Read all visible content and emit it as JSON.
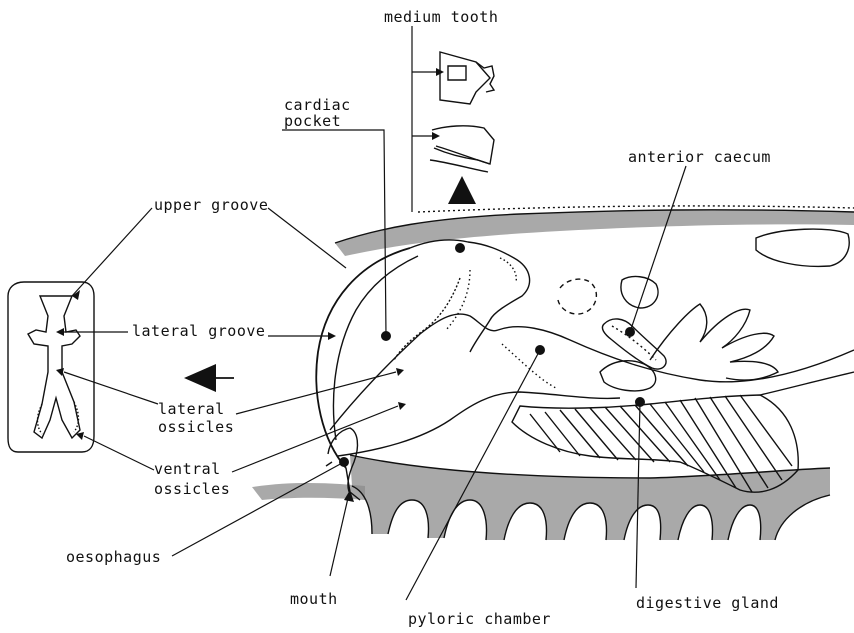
{
  "labels": {
    "medium_tooth": "medium tooth",
    "cardiac_pocket_line1": "cardiac",
    "cardiac_pocket_line2": "pocket",
    "anterior_caecum": "anterior caecum",
    "upper_groove": "upper groove",
    "lateral_groove": "lateral groove",
    "lateral_ossicles_line1": "lateral",
    "lateral_ossicles_line2": "ossicles",
    "ventral_ossicles_line1": "ventral",
    "ventral_ossicles_line2": "ossicles",
    "oesophagus": "oesophagus",
    "mouth": "mouth",
    "pyloric_chamber": "pyloric chamber",
    "digestive_gland": "digestive gland"
  }
}
